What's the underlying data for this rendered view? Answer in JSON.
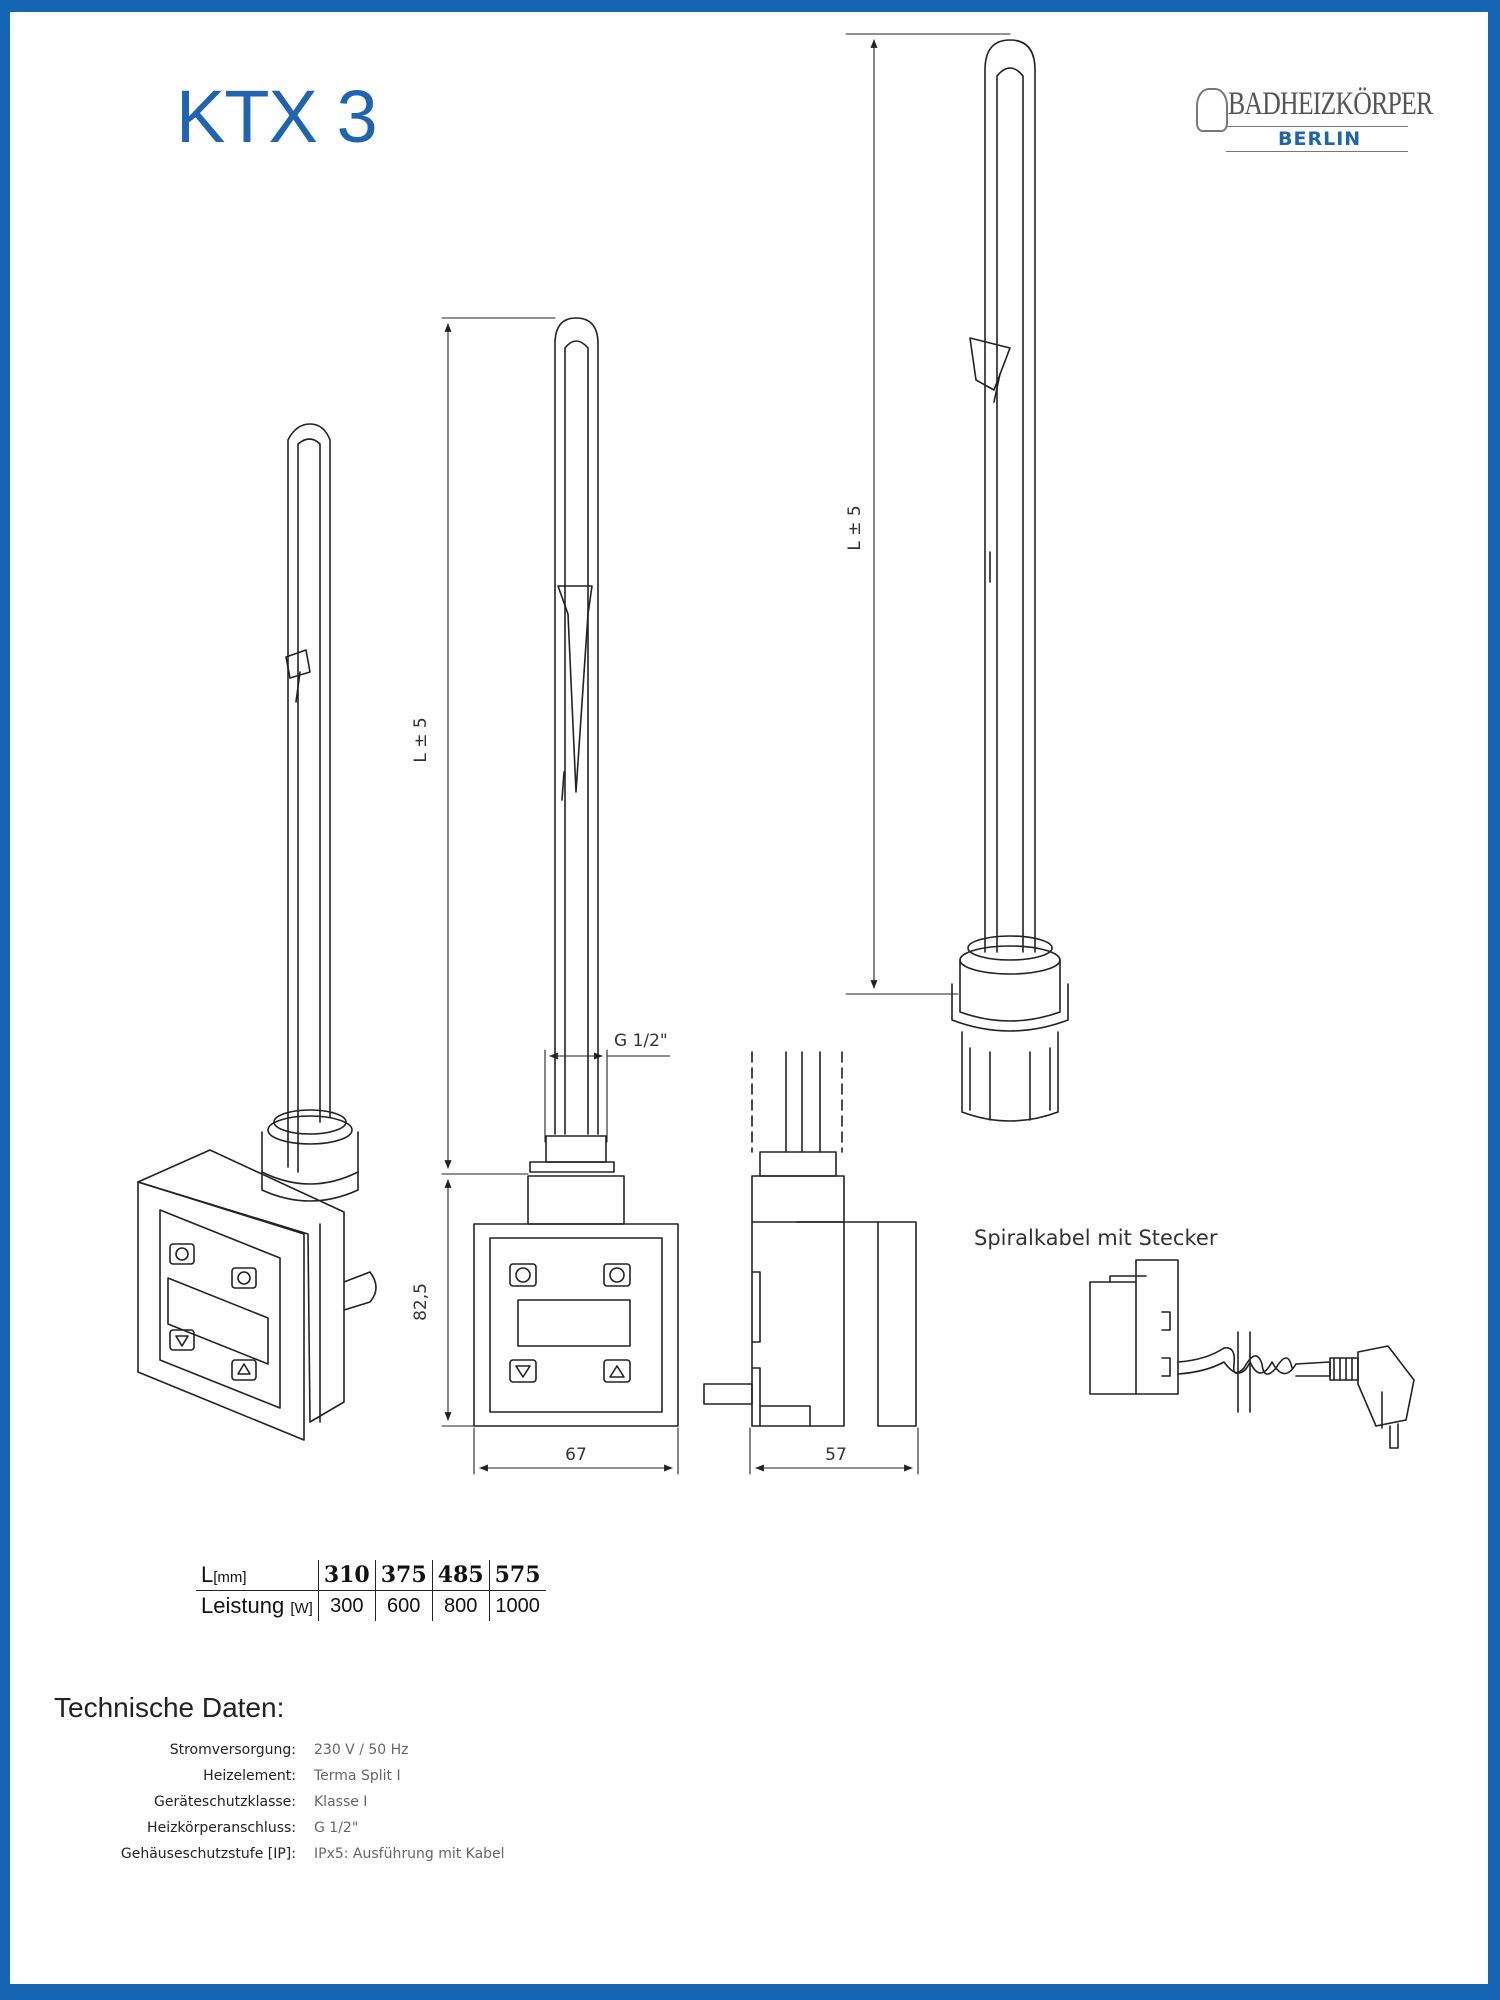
{
  "title": "KTX 3",
  "logo": {
    "brand": "BADHEIZKÖRPER",
    "city": "BERLIN"
  },
  "dimensions": {
    "length_left": "L ± 5",
    "length_right": "L ± 5",
    "thread": "G 1/2\"",
    "height": "82,5",
    "width": "67",
    "depth": "57"
  },
  "spiral_label": "Spiralkabel mit Stecker",
  "length_table": {
    "row1_label": "L",
    "row1_unit": "[mm]",
    "row2_label": "Leistung",
    "row2_unit": "[W]",
    "lengths": [
      "310",
      "375",
      "485",
      "575"
    ],
    "powers": [
      "300",
      "600",
      "800",
      "1000"
    ]
  },
  "tech": {
    "title": "Technische Daten:",
    "rows": [
      {
        "key": "Stromversorgung:",
        "value": "230 V / 50 Hz"
      },
      {
        "key": "Heizelement:",
        "value": "Terma Split I"
      },
      {
        "key": "Geräteschutzklasse:",
        "value": "Klasse I"
      },
      {
        "key": "Heizkörperanschluss:",
        "value": "G 1/2\""
      },
      {
        "key": "Gehäuseschutzstufe [IP]:",
        "value": "IPx5: Ausführung mit Kabel"
      }
    ]
  },
  "colors": {
    "frame": "#1565b4",
    "accent": "#1f64b0",
    "line": "#222222"
  }
}
